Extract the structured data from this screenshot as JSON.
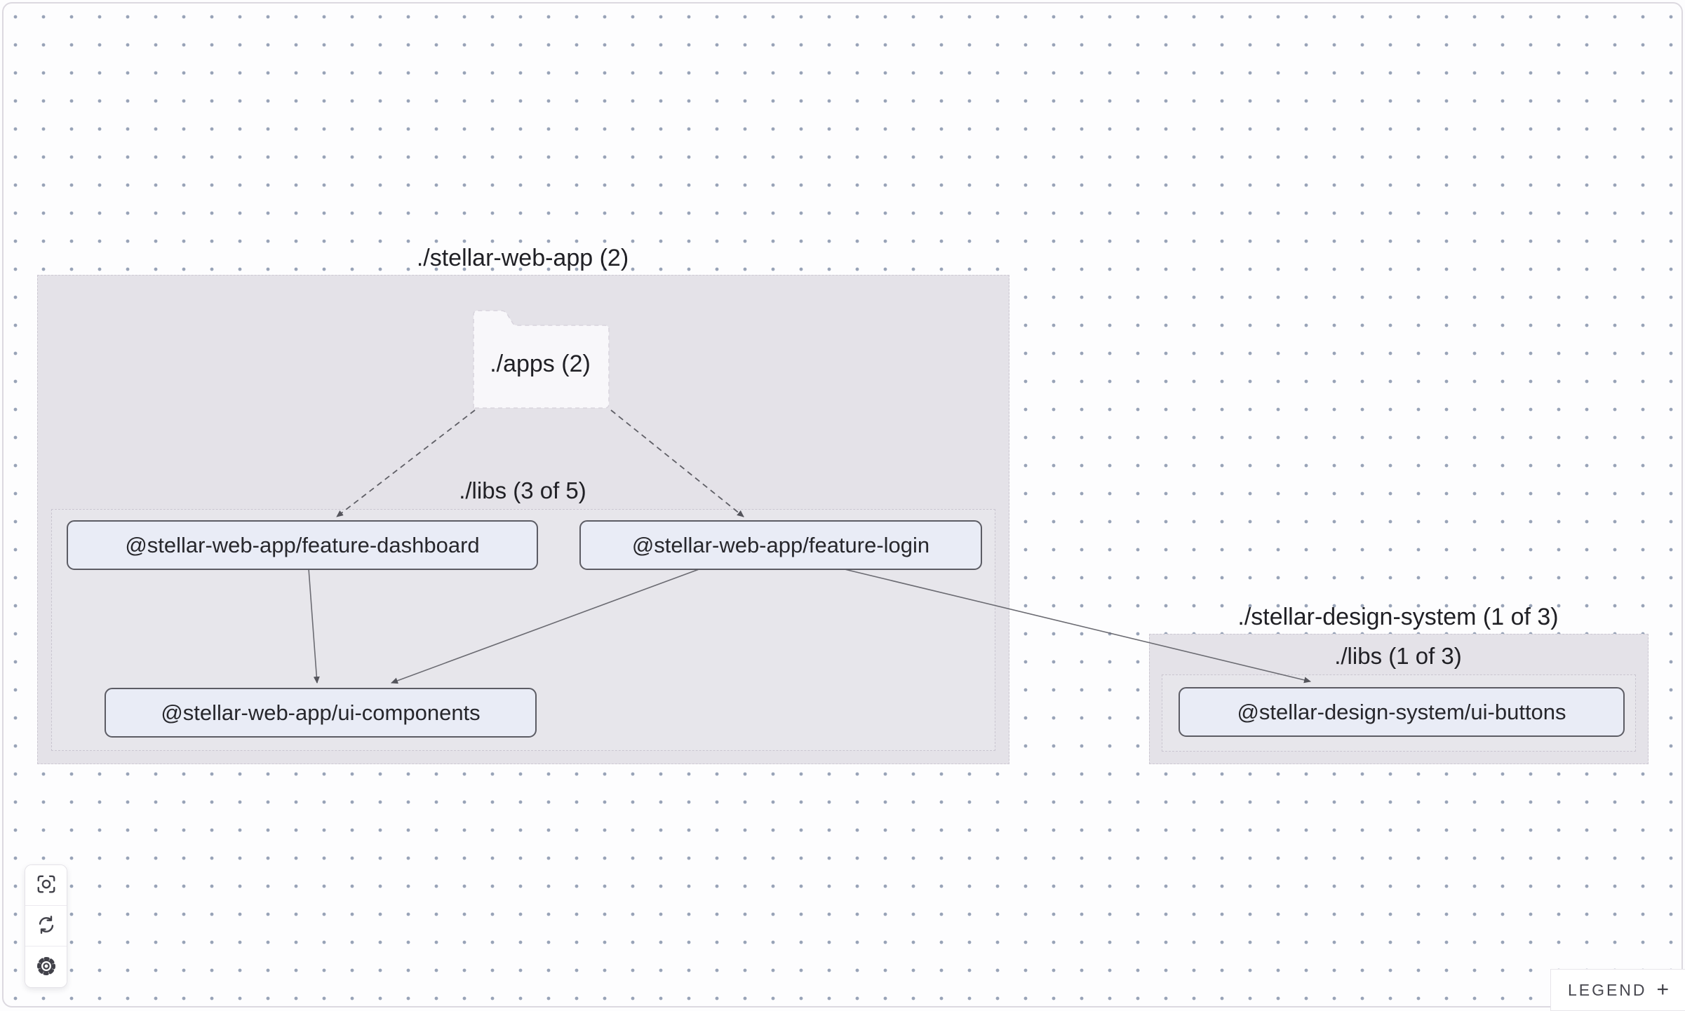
{
  "graph": {
    "groups": [
      {
        "id": "stellar-web-app",
        "label": "./stellar-web-app (2)",
        "folder": {
          "label": "./apps (2)"
        },
        "subgroup": {
          "label": "./libs (3 of 5)"
        },
        "nodes": [
          {
            "id": "feature-dashboard",
            "label": "@stellar-web-app/feature-dashboard"
          },
          {
            "id": "feature-login",
            "label": "@stellar-web-app/feature-login"
          },
          {
            "id": "ui-components",
            "label": "@stellar-web-app/ui-components"
          }
        ]
      },
      {
        "id": "stellar-design-system",
        "label": "./stellar-design-system (1 of 3)",
        "subgroup": {
          "label": "./libs (1 of 3)"
        },
        "nodes": [
          {
            "id": "ui-buttons",
            "label": "@stellar-design-system/ui-buttons"
          }
        ]
      }
    ],
    "edges": [
      {
        "source": "./apps",
        "target": "@stellar-web-app/feature-dashboard",
        "style": "dashed"
      },
      {
        "source": "./apps",
        "target": "@stellar-web-app/feature-login",
        "style": "dashed"
      },
      {
        "source": "@stellar-web-app/feature-dashboard",
        "target": "@stellar-web-app/ui-components",
        "style": "solid"
      },
      {
        "source": "@stellar-web-app/feature-login",
        "target": "@stellar-web-app/ui-components",
        "style": "solid"
      },
      {
        "source": "@stellar-web-app/feature-login",
        "target": "@stellar-design-system/ui-buttons",
        "style": "solid"
      }
    ]
  },
  "toolbar": {
    "buttons": [
      {
        "icon": "focus-icon",
        "action": "center-graph"
      },
      {
        "icon": "refresh-icon",
        "action": "refresh-graph"
      },
      {
        "icon": "settings-icon",
        "action": "graph-settings"
      }
    ]
  },
  "legend": {
    "label": "LEGEND",
    "expander": "+"
  },
  "colors": {
    "canvas": "#fdfdfe",
    "dot": "#98a3b7",
    "group_fill": "#e4e2e8",
    "node_fill": "#e9ecf6",
    "node_border": "#5c5c64",
    "edge": "#6b6b72",
    "folder_fill": "#f8f7fa"
  }
}
